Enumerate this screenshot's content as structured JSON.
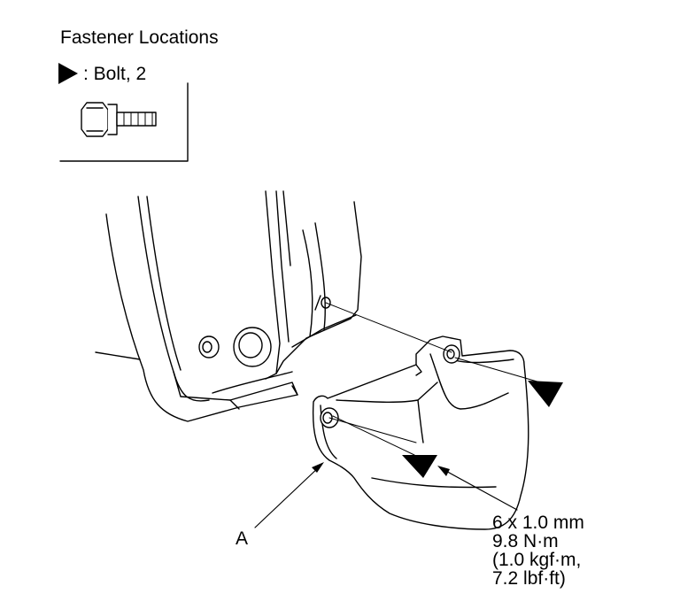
{
  "title": "Fastener Locations",
  "legend": {
    "symbol": "triangle-arrow-icon",
    "label": ": Bolt, 2"
  },
  "part_label": "A",
  "torque_spec": {
    "line1": "6 x 1.0 mm",
    "line2": "9.8 N·m",
    "line3": "(1.0 kgf·m,",
    "line4": "7.2 lbf·ft)"
  },
  "colors": {
    "ink": "#000000",
    "background": "#ffffff"
  }
}
